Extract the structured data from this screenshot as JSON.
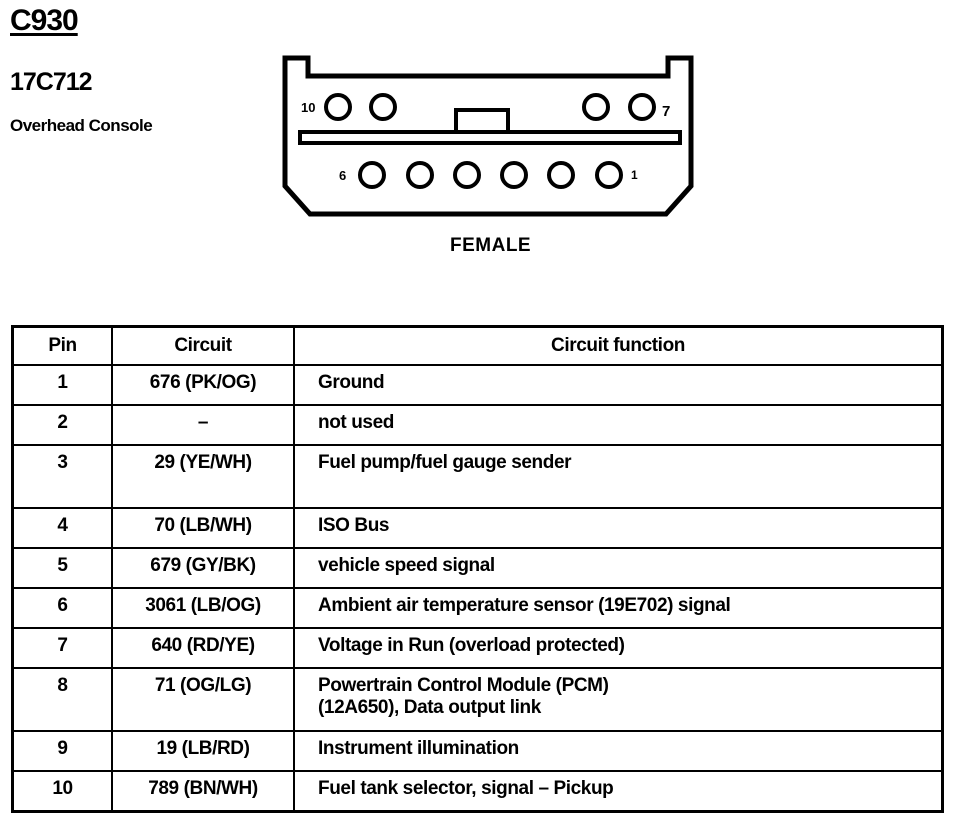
{
  "connector": {
    "id": "C930",
    "part_number": "17C712",
    "description": "Overhead Console",
    "gender": "FEMALE",
    "pin_labels": {
      "top_left": "10",
      "top_right": "7",
      "bottom_left": "6",
      "bottom_right": "1"
    }
  },
  "table": {
    "headers": {
      "pin": "Pin",
      "circuit": "Circuit",
      "function": "Circuit function"
    },
    "rows": [
      {
        "pin": "1",
        "circuit": "676 (PK/OG)",
        "function": "Ground"
      },
      {
        "pin": "2",
        "circuit": "–",
        "function": "not used"
      },
      {
        "pin": "3",
        "circuit": "29 (YE/WH)",
        "function": "Fuel pump/fuel gauge sender"
      },
      {
        "pin": "4",
        "circuit": "70 (LB/WH)",
        "function": "ISO Bus"
      },
      {
        "pin": "5",
        "circuit": "679 (GY/BK)",
        "function": "vehicle speed signal"
      },
      {
        "pin": "6",
        "circuit": "3061 (LB/OG)",
        "function": "Ambient air temperature sensor (19E702) signal"
      },
      {
        "pin": "7",
        "circuit": "640 (RD/YE)",
        "function": "Voltage in Run (overload protected)"
      },
      {
        "pin": "8",
        "circuit": "71 (OG/LG)",
        "function": "Powertrain Control Module (PCM)",
        "function_line2": "(12A650), Data output link"
      },
      {
        "pin": "9",
        "circuit": "19 (LB/RD)",
        "function": "Instrument illumination"
      },
      {
        "pin": "10",
        "circuit": "789 (BN/WH)",
        "function": "Fuel tank selector, signal – Pickup"
      }
    ]
  }
}
